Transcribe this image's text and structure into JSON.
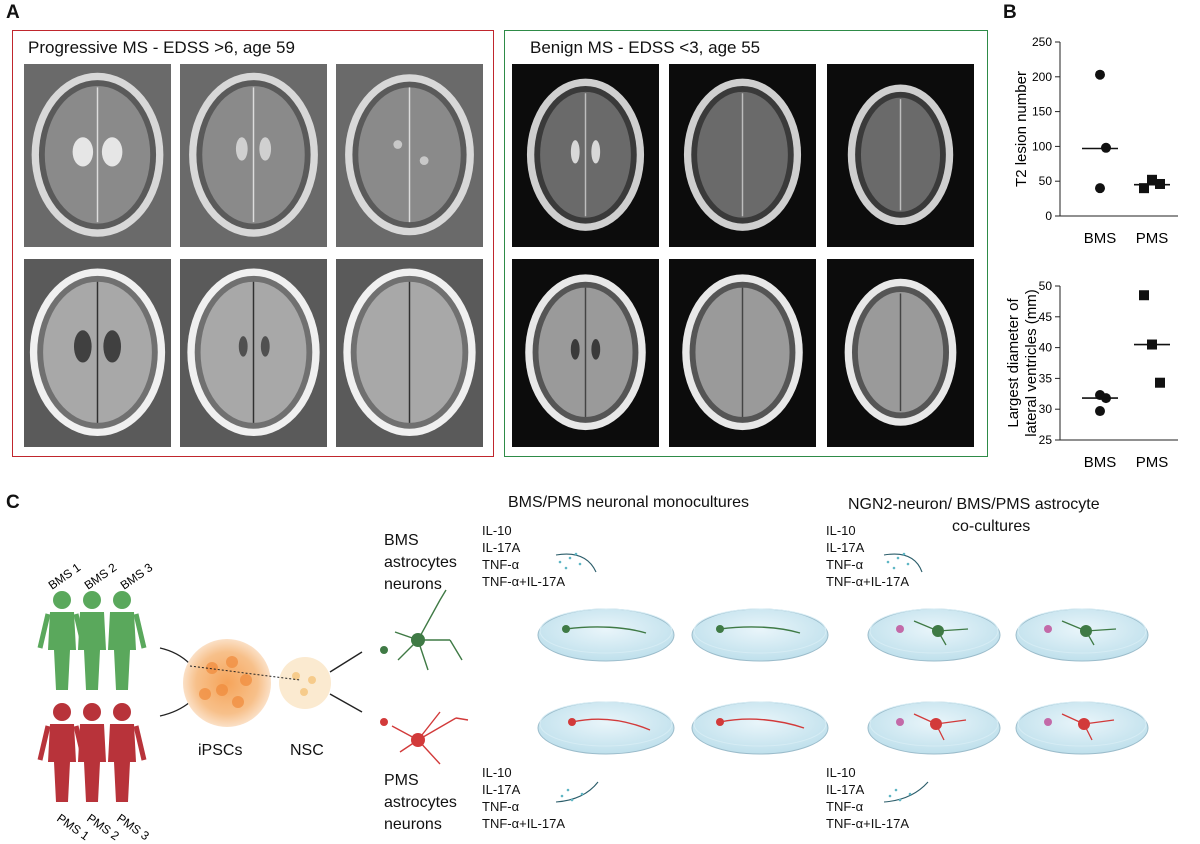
{
  "panel_letters": {
    "a": "A",
    "b": "B",
    "c": "C"
  },
  "panel_a": {
    "left_title": "Progressive MS - EDSS >6, age 59",
    "right_title": "Benign MS - EDSS <3, age 55",
    "left_border_color": "#c0262d",
    "right_border_color": "#2e8b47"
  },
  "chart_data": [
    {
      "type": "scatter",
      "title": "",
      "xlabel": "",
      "ylabel": "T2 lesion number",
      "categories": [
        "BMS",
        "PMS"
      ],
      "ylim": [
        0,
        250
      ],
      "yticks": [
        0,
        50,
        100,
        150,
        200,
        250
      ],
      "series": [
        {
          "name": "BMS",
          "marker": "circle",
          "values": [
            203,
            98,
            40
          ],
          "median": 97
        },
        {
          "name": "PMS",
          "marker": "square",
          "values": [
            40,
            52,
            46
          ],
          "median": 45
        }
      ]
    },
    {
      "type": "scatter",
      "title": "",
      "xlabel": "",
      "ylabel": "Largest diameter of lateral ventricles (mm)",
      "ylabel_lines": [
        "Largest diameter of",
        "lateral ventricles (mm)"
      ],
      "categories": [
        "BMS",
        "PMS"
      ],
      "ylim": [
        25,
        50
      ],
      "yticks": [
        25,
        30,
        35,
        40,
        45,
        50
      ],
      "series": [
        {
          "name": "BMS",
          "marker": "circle",
          "values": [
            32.3,
            31.8,
            29.7
          ],
          "median": 31.8
        },
        {
          "name": "PMS",
          "marker": "square",
          "values": [
            48.5,
            40.5,
            34.3
          ],
          "median": 40.5
        }
      ]
    }
  ],
  "panel_c": {
    "donors_top": [
      "BMS 1",
      "BMS 2",
      "BMS 3"
    ],
    "donors_bottom": [
      "PMS 1",
      "PMS 2",
      "PMS 3"
    ],
    "ipsc_label": "iPSCs",
    "nsc_label": "NSC",
    "bms_lines": [
      "BMS",
      "astrocytes",
      "neurons"
    ],
    "pms_lines": [
      "PMS",
      "astrocytes",
      "neurons"
    ],
    "mono_title": "BMS/PMS neuronal monocultures",
    "co_title_1": "NGN2-neuron/ BMS/PMS astrocyte",
    "co_title_2": "co-cultures",
    "treatments": [
      "IL-10",
      "IL-17A",
      "TNF-α",
      "TNF-α+IL-17A"
    ],
    "colors": {
      "bms_green": "#5aa85c",
      "pms_red": "#b8333a",
      "neuron_green": "#3f7a45",
      "neuron_red": "#d23a3a",
      "astro_pink": "#c36aa8"
    }
  }
}
